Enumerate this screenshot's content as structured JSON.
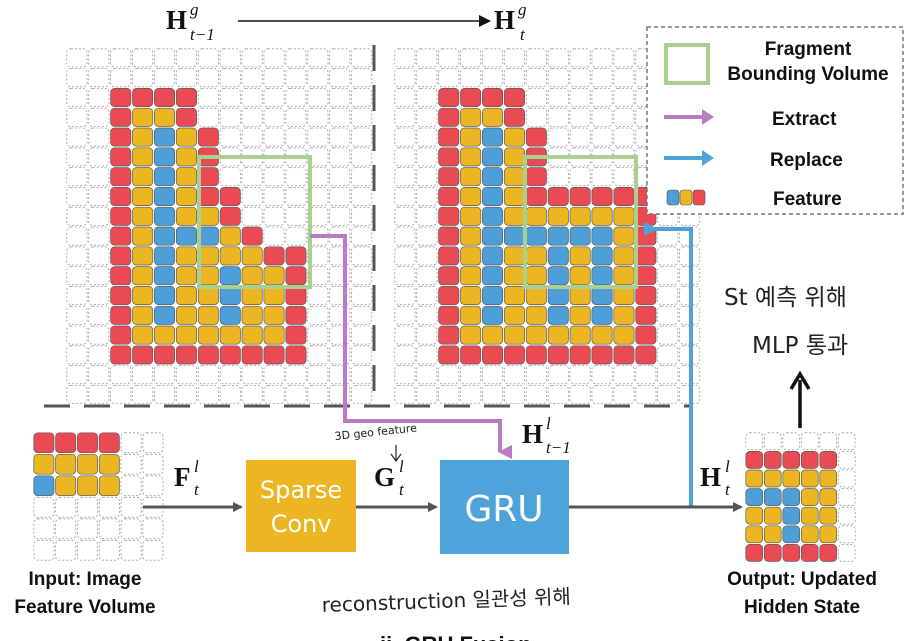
{
  "colors": {
    "red": "#ea4a52",
    "yellow": "#ecb623",
    "blue": "#4e9fd7",
    "empty_stroke": "#9a9a9a",
    "green_box": "#a9d08e",
    "extract_arrow": "#b97cc4",
    "replace_arrow": "#4ea4da",
    "sparse_conv": "#ecb623",
    "gru": "#4ea4da"
  },
  "legend": {
    "fragment": "Fragment",
    "bounding_volume": "Bounding Volume",
    "extract": "Extract",
    "replace": "Replace",
    "feature": "Feature"
  },
  "labels": {
    "h_global_prev": {
      "base": "H",
      "sup": "g",
      "sub": "t−1"
    },
    "h_global_curr": {
      "base": "H",
      "sup": "g",
      "sub": "t"
    },
    "f_input": {
      "base": "F",
      "sup": "l",
      "sub": "t"
    },
    "g_input": {
      "base": "G",
      "sup": "l",
      "sub": "t"
    },
    "h_local_prev": {
      "base": "H",
      "sup": "l",
      "sub": "t−1"
    },
    "h_local_curr": {
      "base": "H",
      "sup": "l",
      "sub": "t"
    }
  },
  "blocks": {
    "sparse_conv_line1": "Sparse",
    "sparse_conv_line2": "Conv",
    "gru": "GRU"
  },
  "captions": {
    "input_line1": "Input: Image",
    "input_line2": "Feature Volume",
    "output_line1": "Output: Updated",
    "output_line2": "Hidden State"
  },
  "annotations": {
    "geo_feature": "3D geo feature",
    "reconstruction": "reconstruction 일관성 위해",
    "predict_line1": "St 예측 위해",
    "predict_line2": "MLP 통과"
  },
  "bottom_caption": "ii. GRU Fusion"
}
